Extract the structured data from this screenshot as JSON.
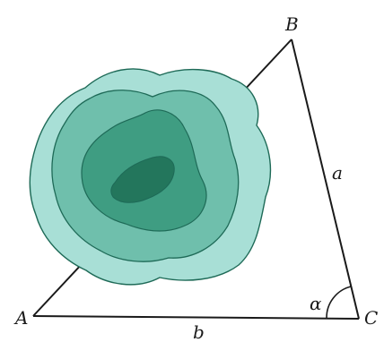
{
  "diagram": {
    "vertices": {
      "A": "A",
      "B": "B",
      "C": "C"
    },
    "sides": {
      "a": "a",
      "b": "b"
    },
    "angle_label": "α",
    "colors": {
      "outer_region": "#a8dfd6",
      "second_region": "#6fbfac",
      "third_region": "#3f9d82",
      "core_region": "#23765c",
      "region_outline": "#1e6a57",
      "triangle_stroke": "#1a1a1a"
    }
  }
}
